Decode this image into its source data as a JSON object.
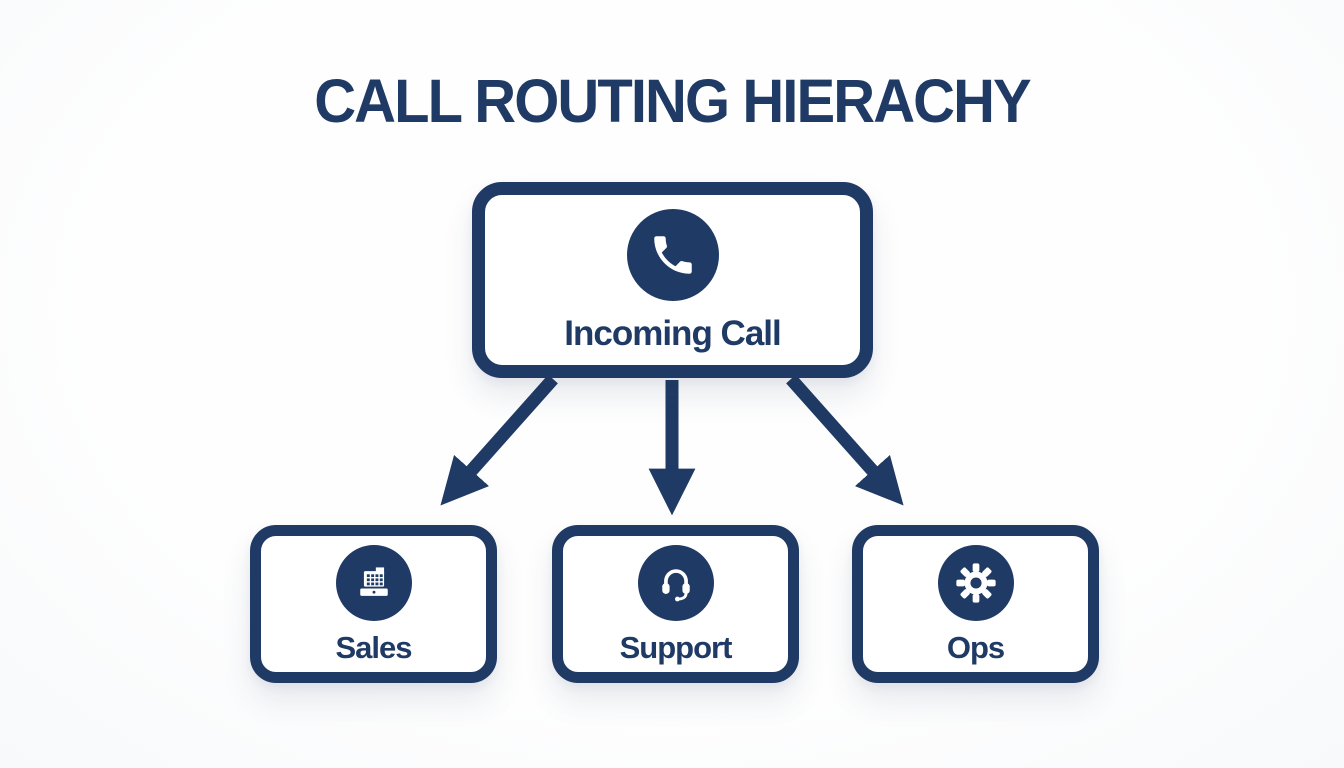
{
  "title": "CALL ROUTING HIERACHY",
  "colors": {
    "navy": "#1f3a64",
    "box_bg": "#ffffff",
    "background": "#fcfdfe"
  },
  "root_node": {
    "label": "Incoming Call",
    "icon": "phone-icon"
  },
  "children": [
    {
      "label": "Sales",
      "icon": "cash-register-icon"
    },
    {
      "label": "Support",
      "icon": "headset-icon"
    },
    {
      "label": "Ops",
      "icon": "gear-icon"
    }
  ]
}
